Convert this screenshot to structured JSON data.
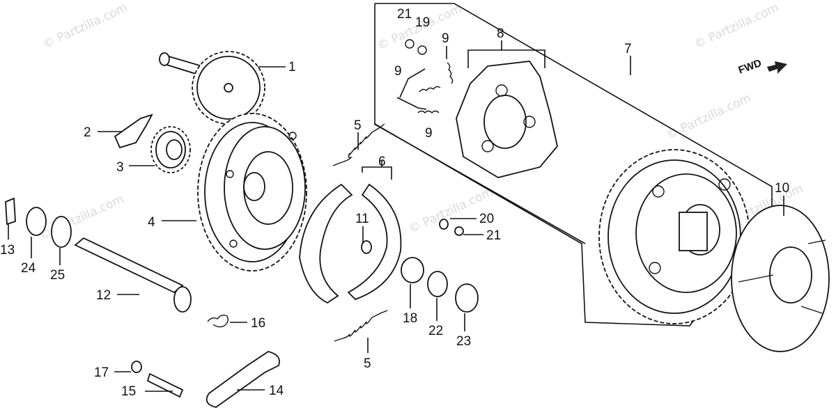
{
  "watermarks": [
    "© Partzilla.com",
    "© Partzilla.com",
    "© Partzilla.com",
    "© Partzilla.com",
    "© Partzilla.com",
    "© Partzilla.com",
    "© Partzilla.com"
  ],
  "direction_label": "FWD",
  "callouts": [
    {
      "id": "1",
      "text": "1"
    },
    {
      "id": "2",
      "text": "2"
    },
    {
      "id": "3",
      "text": "3"
    },
    {
      "id": "4",
      "text": "4"
    },
    {
      "id": "5a",
      "text": "5"
    },
    {
      "id": "5b",
      "text": "5"
    },
    {
      "id": "6",
      "text": "6"
    },
    {
      "id": "7",
      "text": "7"
    },
    {
      "id": "8",
      "text": "8"
    },
    {
      "id": "9a",
      "text": "9"
    },
    {
      "id": "9b",
      "text": "9"
    },
    {
      "id": "9c",
      "text": "9"
    },
    {
      "id": "10",
      "text": "10"
    },
    {
      "id": "11",
      "text": "11"
    },
    {
      "id": "12",
      "text": "12"
    },
    {
      "id": "13",
      "text": "13"
    },
    {
      "id": "14",
      "text": "14"
    },
    {
      "id": "15",
      "text": "15"
    },
    {
      "id": "16",
      "text": "16"
    },
    {
      "id": "17",
      "text": "17"
    },
    {
      "id": "18",
      "text": "18"
    },
    {
      "id": "19",
      "text": "19"
    },
    {
      "id": "20",
      "text": "20"
    },
    {
      "id": "21a",
      "text": "21"
    },
    {
      "id": "21b",
      "text": "21"
    },
    {
      "id": "22",
      "text": "22"
    },
    {
      "id": "23",
      "text": "23"
    },
    {
      "id": "24",
      "text": "24"
    },
    {
      "id": "25",
      "text": "25"
    }
  ]
}
